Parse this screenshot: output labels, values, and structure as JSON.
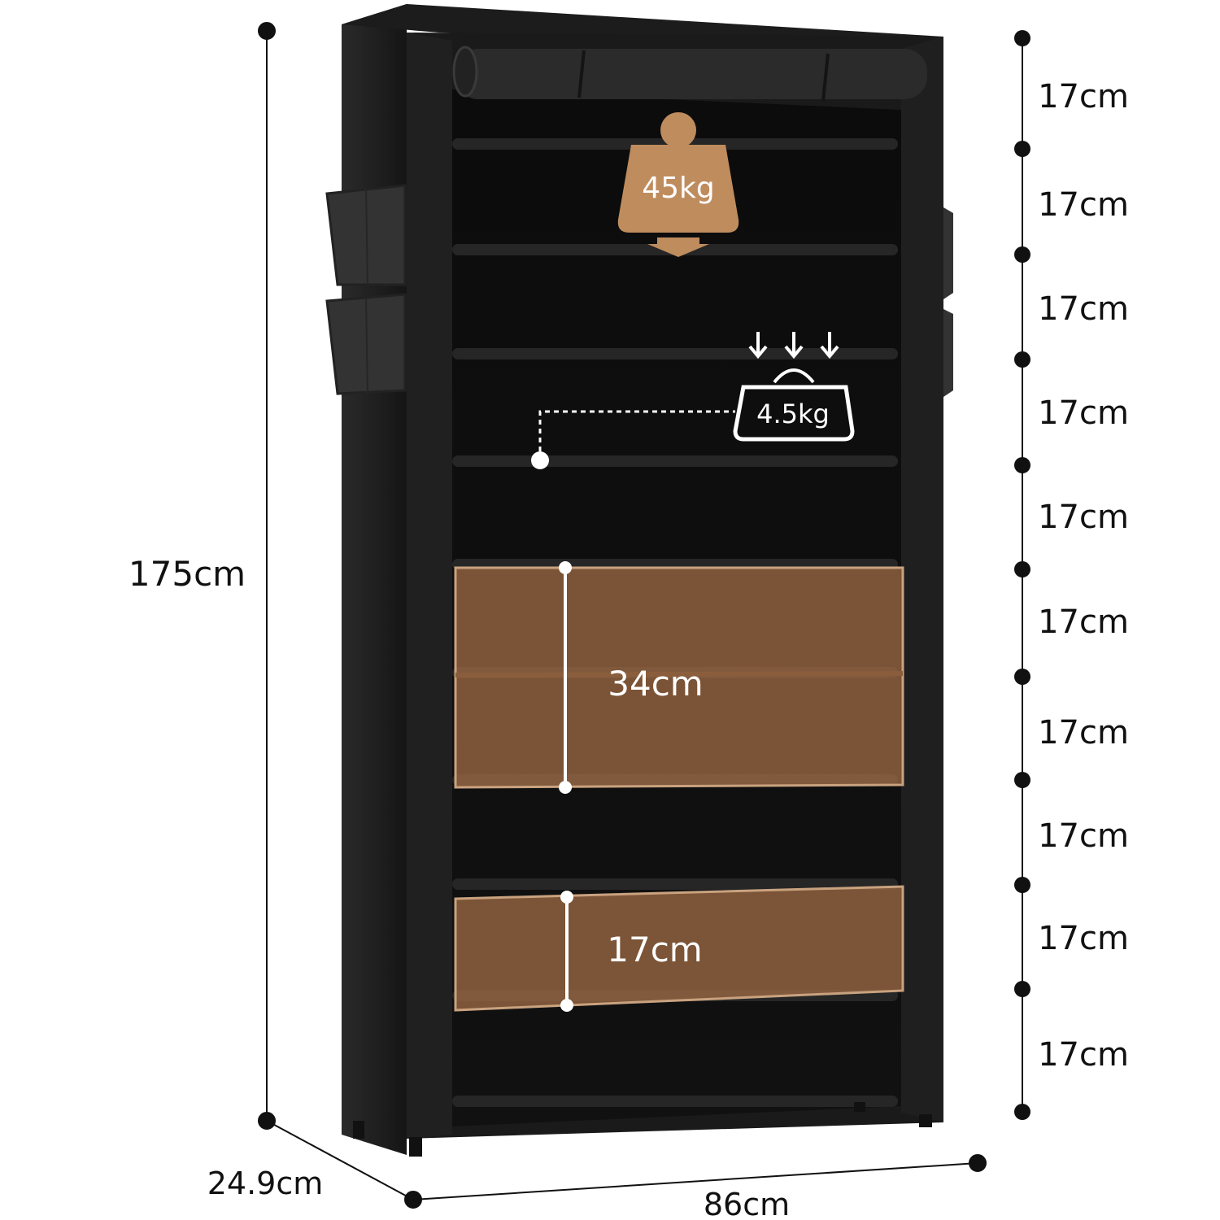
{
  "dimensions": {
    "height_total": "175cm",
    "depth": "24.9cm",
    "width": "86cm",
    "tier_spacing": [
      "17cm",
      "17cm",
      "17cm",
      "17cm",
      "17cm",
      "17cm",
      "17cm",
      "17cm",
      "17cm",
      "17cm"
    ]
  },
  "callouts": {
    "max_load_total": "45kg",
    "max_load_per_tier": "4.5kg",
    "double_tier_height": "34cm",
    "single_tier_height": "17cm"
  },
  "colors": {
    "rack_fabric": "#161616",
    "accent_tan": "#bf8c5e",
    "highlight_overlay": "#9a6a44",
    "dimension_line": "#111111"
  }
}
